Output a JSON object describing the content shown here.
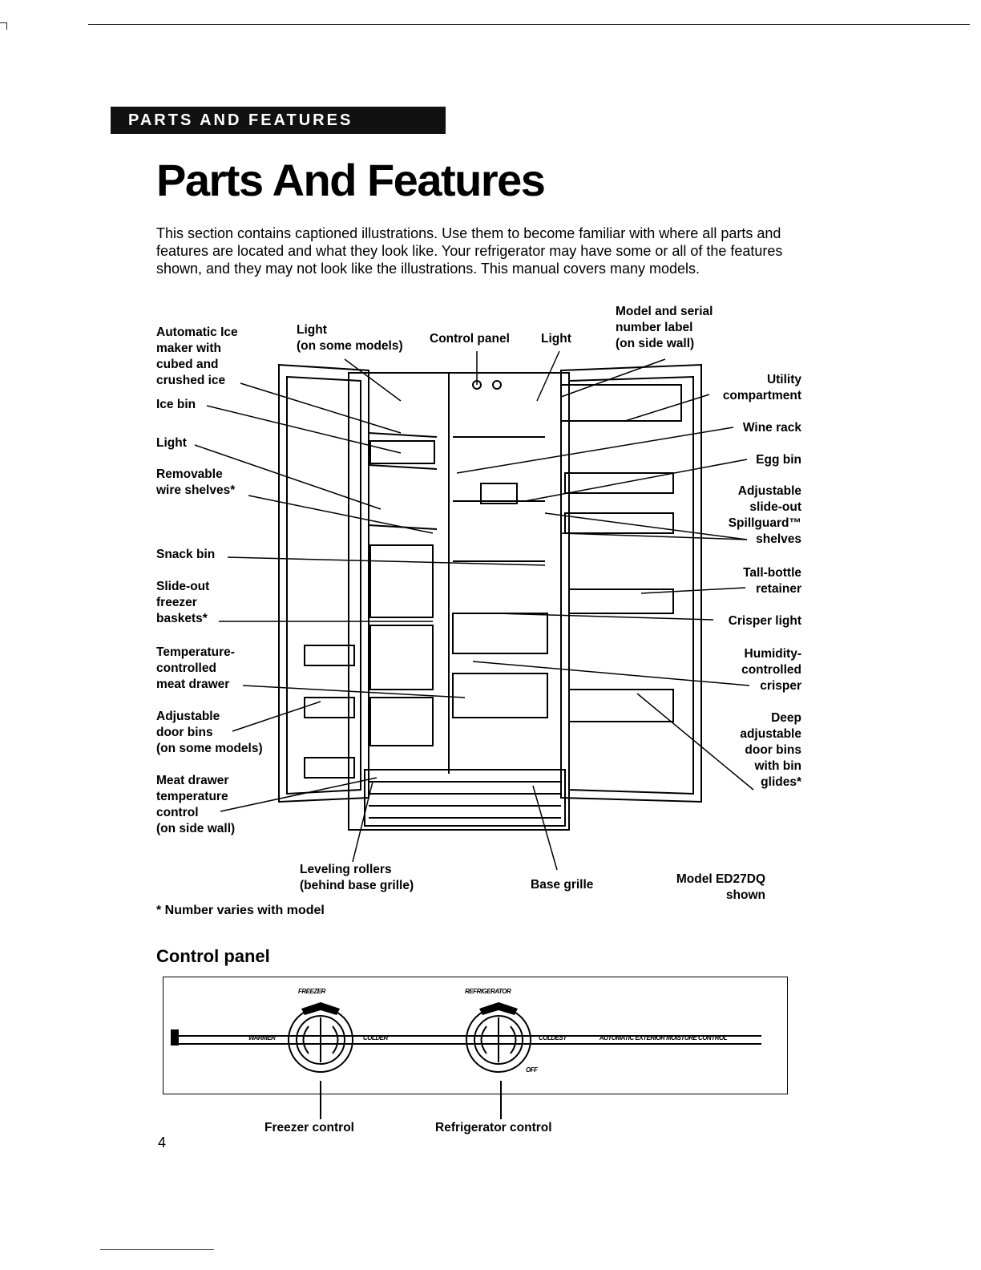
{
  "header": {
    "section_label": "PARTS AND FEATURES"
  },
  "page": {
    "title": "Parts And Features",
    "intro": "This section contains captioned illustrations. Use them to become familiar with where all parts and features are located and what they look like. Your refrigerator may have some or all of the features shown, and they may not look like the illustrations. This manual covers many models.",
    "footnote": "* Number varies with model",
    "page_number": "4"
  },
  "diagram": {
    "left_callouts": {
      "ice_maker": "Automatic Ice\nmaker with\ncubed and\ncrushed ice",
      "ice_bin": "Ice bin",
      "light": "Light",
      "wire_shelves": "Removable\nwire shelves*",
      "snack_bin": "Snack bin",
      "freezer_baskets": "Slide-out\nfreezer\nbaskets*",
      "meat_drawer": "Temperature-\ncontrolled\nmeat drawer",
      "door_bins": "Adjustable\ndoor bins\n(on some models)",
      "meat_drawer_control": "Meat drawer\ntemperature\ncontrol\n(on side wall)"
    },
    "top_callouts": {
      "light_some_models": "Light\n(on some models)",
      "control_panel": "Control panel",
      "light": "Light",
      "model_serial_label": "Model and serial\nnumber label\n(on side wall)"
    },
    "right_callouts": {
      "utility_compartment": "Utility\ncompartment",
      "wine_rack": "Wine rack",
      "egg_bin": "Egg bin",
      "spillguard_shelves": "Adjustable\nslide-out\nSpillguard™\nshelves",
      "tall_bottle_retainer": "Tall-bottle\nretainer",
      "crisper_light": "Crisper light",
      "humidity_crisper": "Humidity-\ncontrolled\ncrisper",
      "deep_door_bins": "Deep\nadjustable\ndoor bins\nwith bin\nglides*"
    },
    "bottom_callouts": {
      "leveling_rollers": "Leveling rollers\n(behind base grille)",
      "base_grille": "Base grille",
      "model_shown": "Model ED27DQ\nshown"
    }
  },
  "control_panel": {
    "heading": "Control panel",
    "freezer_dial_title": "FREEZER",
    "refrigerator_dial_title": "REFRIGERATOR",
    "warmer": "WARMER",
    "colder": "COLDER",
    "coldest": "COLDEST",
    "off": "OFF",
    "moisture_control": "AUTOMATIC EXTERIOR MOISTURE CONTROL",
    "freezer_control_label": "Freezer control",
    "refrigerator_control_label": "Refrigerator control"
  }
}
